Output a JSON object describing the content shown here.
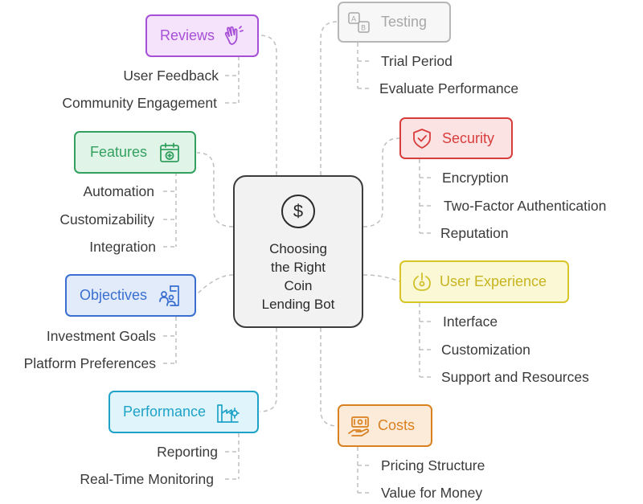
{
  "center": {
    "title": "Choosing\nthe Right\nCoin\nLending Bot",
    "icon": "dollar-icon",
    "symbol": "$"
  },
  "colors": {
    "reviews": "#a74fd6",
    "features": "#33a060",
    "objectives": "#3a6fd0",
    "performance": "#1fa2c8",
    "testing": "#a7a7a7",
    "security": "#d83c3c",
    "user_experience": "#cfc02a",
    "costs": "#d9801f"
  },
  "branches": {
    "reviews": {
      "label": "Reviews",
      "icon": "hand-wave-icon",
      "items": [
        "User Feedback",
        "Community Engagement"
      ]
    },
    "features": {
      "label": "Features",
      "icon": "calendar-plus-icon",
      "items": [
        "Automation",
        "Customizability",
        "Integration"
      ]
    },
    "objectives": {
      "label": "Objectives",
      "icon": "goal-people-icon",
      "items": [
        "Investment Goals",
        "Platform Preferences"
      ]
    },
    "performance": {
      "label": "Performance",
      "icon": "factory-icon",
      "items": [
        "Reporting",
        "Real-Time Monitoring"
      ]
    },
    "testing": {
      "label": "Testing",
      "icon": "ab-test-icon",
      "items": [
        "Trial Period",
        "Evaluate Performance"
      ]
    },
    "security": {
      "label": "Security",
      "icon": "shield-check-icon",
      "items": [
        "Encryption",
        "Two-Factor Authentication",
        "Reputation"
      ]
    },
    "user_experience": {
      "label": "User Experience",
      "icon": "power-icon",
      "items": [
        "Interface",
        "Customization",
        "Support and Resources"
      ]
    },
    "costs": {
      "label": "Costs",
      "icon": "money-hand-icon",
      "items": [
        "Pricing Structure",
        "Value for Money"
      ]
    }
  }
}
